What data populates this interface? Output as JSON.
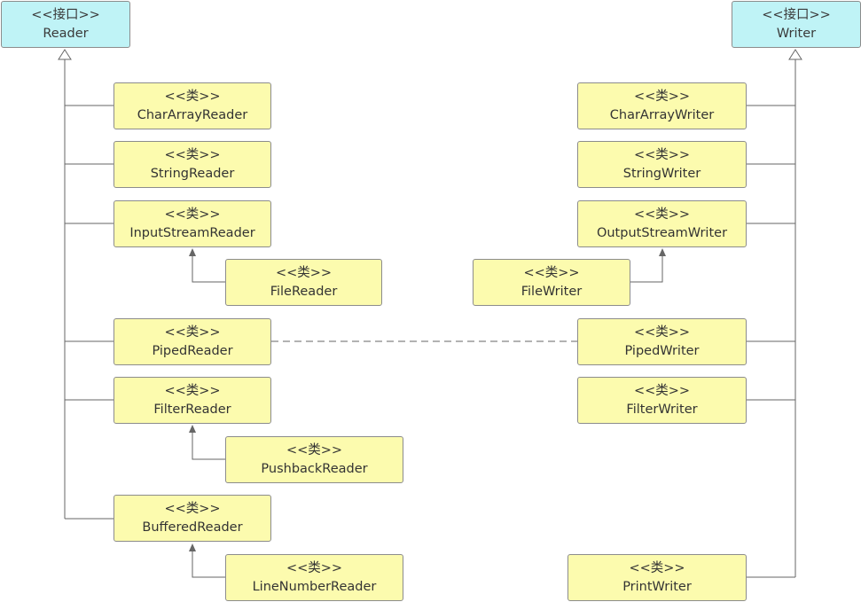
{
  "interfaces": {
    "reader": {
      "stereotype": "<<接口>>",
      "name": "Reader"
    },
    "writer": {
      "stereotype": "<<接口>>",
      "name": "Writer"
    }
  },
  "reader_classes": [
    {
      "stereotype": "<<类>>",
      "name": "CharArrayReader"
    },
    {
      "stereotype": "<<类>>",
      "name": "StringReader"
    },
    {
      "stereotype": "<<类>>",
      "name": "InputStreamReader"
    },
    {
      "stereotype": "<<类>>",
      "name": "FileReader"
    },
    {
      "stereotype": "<<类>>",
      "name": "PipedReader"
    },
    {
      "stereotype": "<<类>>",
      "name": "FilterReader"
    },
    {
      "stereotype": "<<类>>",
      "name": "PushbackReader"
    },
    {
      "stereotype": "<<类>>",
      "name": "BufferedReader"
    },
    {
      "stereotype": "<<类>>",
      "name": "LineNumberReader"
    }
  ],
  "writer_classes": [
    {
      "stereotype": "<<类>>",
      "name": "CharArrayWriter"
    },
    {
      "stereotype": "<<类>>",
      "name": "StringWriter"
    },
    {
      "stereotype": "<<类>>",
      "name": "OutputStreamWriter"
    },
    {
      "stereotype": "<<类>>",
      "name": "FileWriter"
    },
    {
      "stereotype": "<<类>>",
      "name": "PipedWriter"
    },
    {
      "stereotype": "<<类>>",
      "name": "FilterWriter"
    },
    {
      "stereotype": "<<类>>",
      "name": "PrintWriter"
    }
  ],
  "colors": {
    "interface_fill": "#bff3f6",
    "class_fill": "#fcfbae",
    "border": "#8c8c8c",
    "connector": "#666666"
  }
}
